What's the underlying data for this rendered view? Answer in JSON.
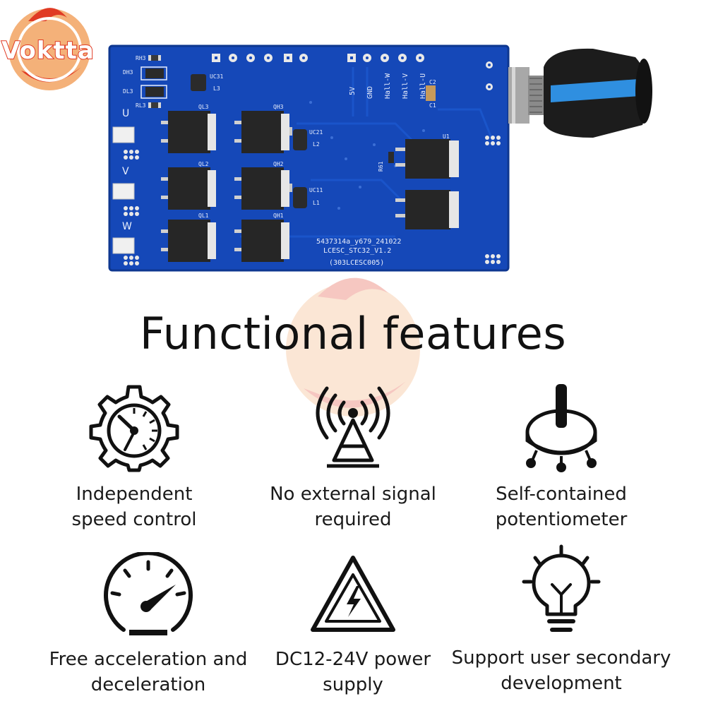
{
  "brand": {
    "logo_text": "Voktta"
  },
  "board": {
    "silk_top": [
      "5V",
      "GND",
      "Hall-W",
      "Hall-V",
      "Hall-U"
    ],
    "components": {
      "rh3": "RH3",
      "dh3": "DH3",
      "dl3": "DL3",
      "rl3": "RL3",
      "uc31": "UC31",
      "l3": "L3",
      "uc21": "UC21",
      "l2": "L2",
      "uc11": "UC11",
      "l1": "L1",
      "ql3": "QL3",
      "qh3": "QH3",
      "ql2": "QL2",
      "qh2": "QH2",
      "ql1": "QL1",
      "qh1": "QH1",
      "u1": "U1",
      "c1": "C1",
      "c2": "C2",
      "r61": "R61"
    },
    "phase_labels": [
      "U",
      "V",
      "W"
    ],
    "serial": "5437314a_y679_241022",
    "model": "LCESC_STC32_V1.2",
    "part_code": "(303LCESC005)"
  },
  "heading": "Functional features",
  "features": [
    {
      "icon": "gear-gauge-icon",
      "line1": "Independent",
      "line2": "speed control"
    },
    {
      "icon": "signal-tower-icon",
      "line1": "No external signal",
      "line2": "required"
    },
    {
      "icon": "potentiometer-icon",
      "line1": "Self-contained",
      "line2": "potentiometer"
    },
    {
      "icon": "speedometer-icon",
      "line1": "Free acceleration and",
      "line2": "deceleration"
    },
    {
      "icon": "high-voltage-icon",
      "line1": "DC12-24V power",
      "line2": "supply"
    },
    {
      "icon": "lightbulb-icon",
      "line1": "Support user secondary",
      "line2": "development"
    }
  ],
  "colors": {
    "pcb": "#1548b8",
    "accent_knob": "#2f8fe0",
    "logo": "#e03a24"
  }
}
